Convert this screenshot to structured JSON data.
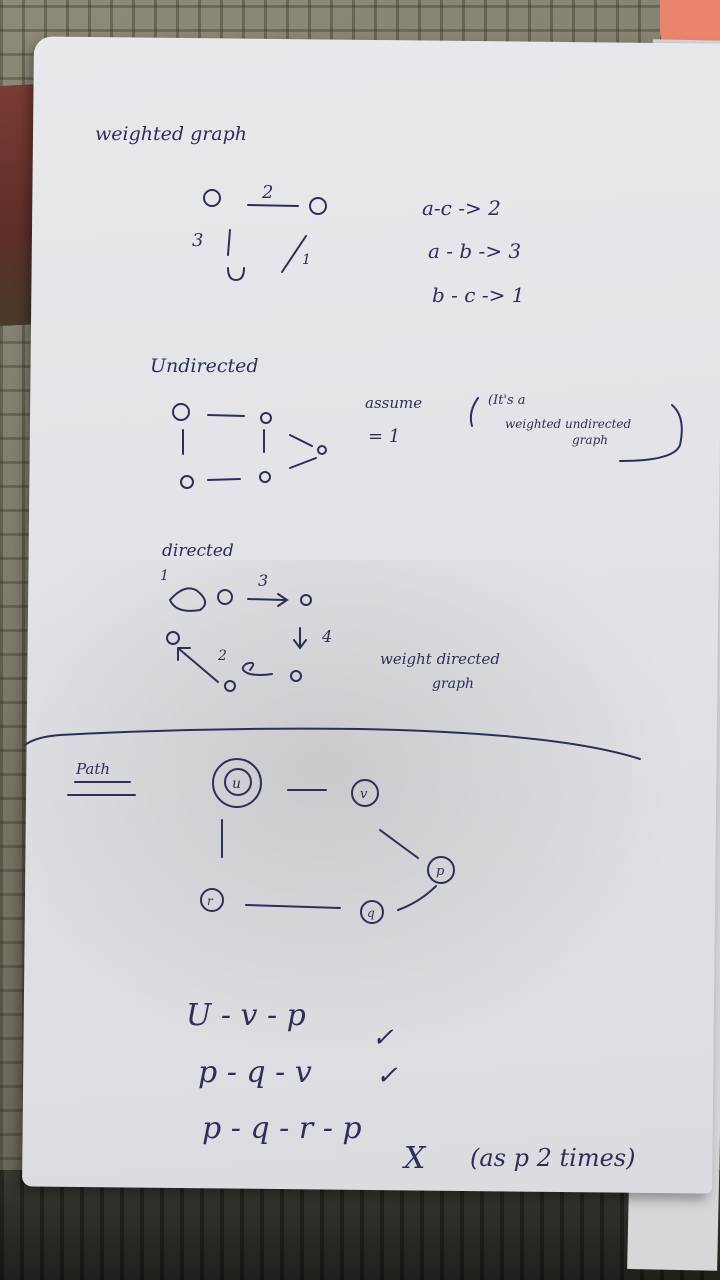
{
  "notes": {
    "weighted_heading": "weighted graph",
    "edge_ac": "a-c -> 2",
    "edge_ab": "a - b -> 3",
    "edge_bc": "b - c -> 1",
    "weight_2": "2",
    "weight_3": "3",
    "weight_1": "1",
    "undirected_heading": "Undirected",
    "assume_text": "assume",
    "assume_value": "= 1",
    "undirected_note_line1": "(It's a",
    "undirected_note_line2": "weighted undirected",
    "undirected_note_line3": "graph",
    "directed_heading": "directed",
    "directed_w3": "3",
    "directed_w4": "4",
    "directed_w2": "2",
    "directed_w1": "1",
    "weighted_directed_line1": "weight directed",
    "weighted_directed_line2": "graph",
    "path_heading": "Path",
    "node_u": "u",
    "node_v": "v",
    "node_p": "p",
    "node_q": "q",
    "node_r": "r",
    "path_1": "U - v - p",
    "path_2": "p - q - v",
    "path_3": "p - q - r - p",
    "path_3_mark": "X",
    "path_3_reason": "(as p 2 times)",
    "path_1_mark": "✓",
    "path_2_mark": "✓"
  },
  "colors": {
    "ink": "#2b2f5a",
    "paper": "#e6e6ea"
  }
}
